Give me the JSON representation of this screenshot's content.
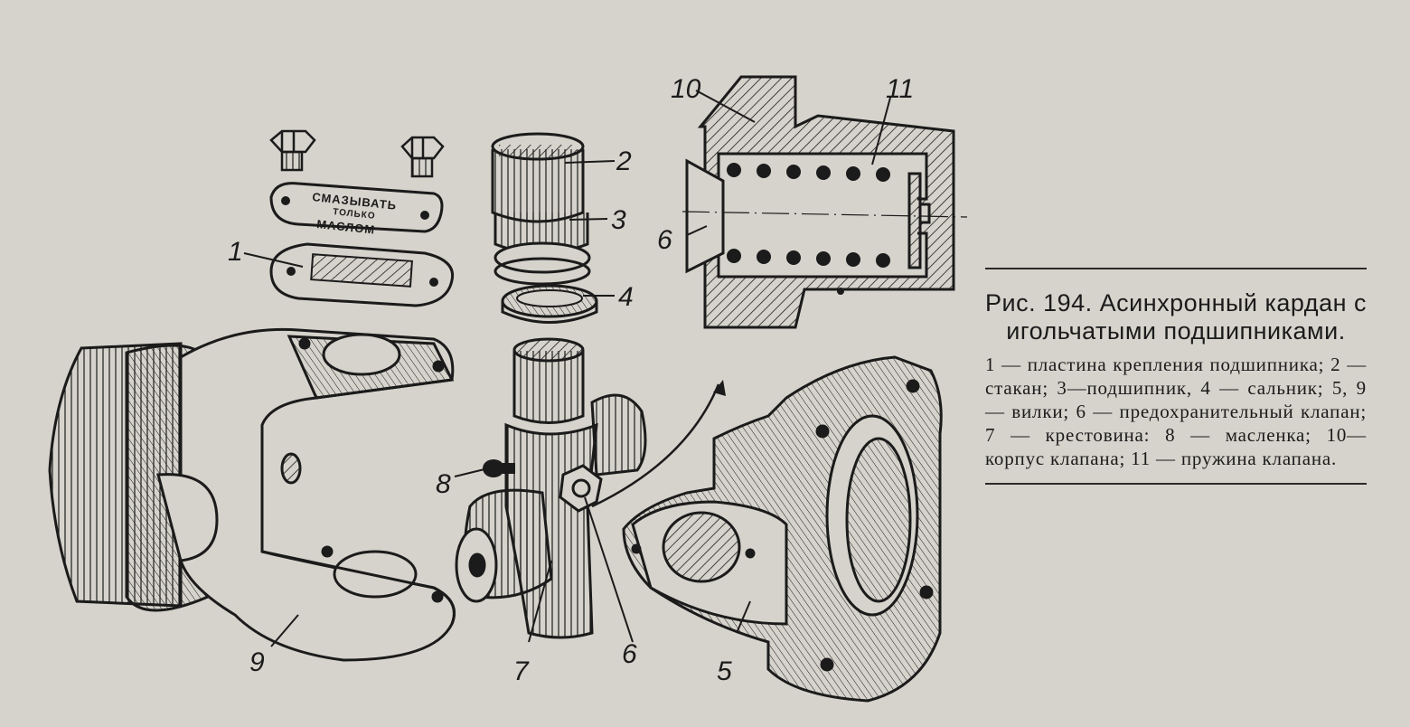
{
  "figure": {
    "plate_text": [
      "СМАЗЫВАТЬ",
      "ТОЛЬКО",
      "МАСЛОМ"
    ],
    "labels": {
      "l1": "1",
      "l2": "2",
      "l3": "3",
      "l4": "4",
      "l5": "5",
      "l6a": "6",
      "l6b": "6",
      "l7": "7",
      "l8": "8",
      "l9": "9",
      "l10": "10",
      "l11": "11"
    },
    "colors": {
      "paper": "#d6d3cc",
      "ink": "#1b1b1b"
    }
  },
  "caption": {
    "title": "Рис. 194. Асинхронный кардан с игольчатыми подшипниками.",
    "body": "1 — пластина крепления подшипника; 2 — стакан; 3—подшипник, 4 — сальник; 5, 9 — вилки; 6 — предохранительный клапан; 7 — крестовина: 8 — масленка; 10—корпус клапана; 11 — пружина клапана."
  }
}
